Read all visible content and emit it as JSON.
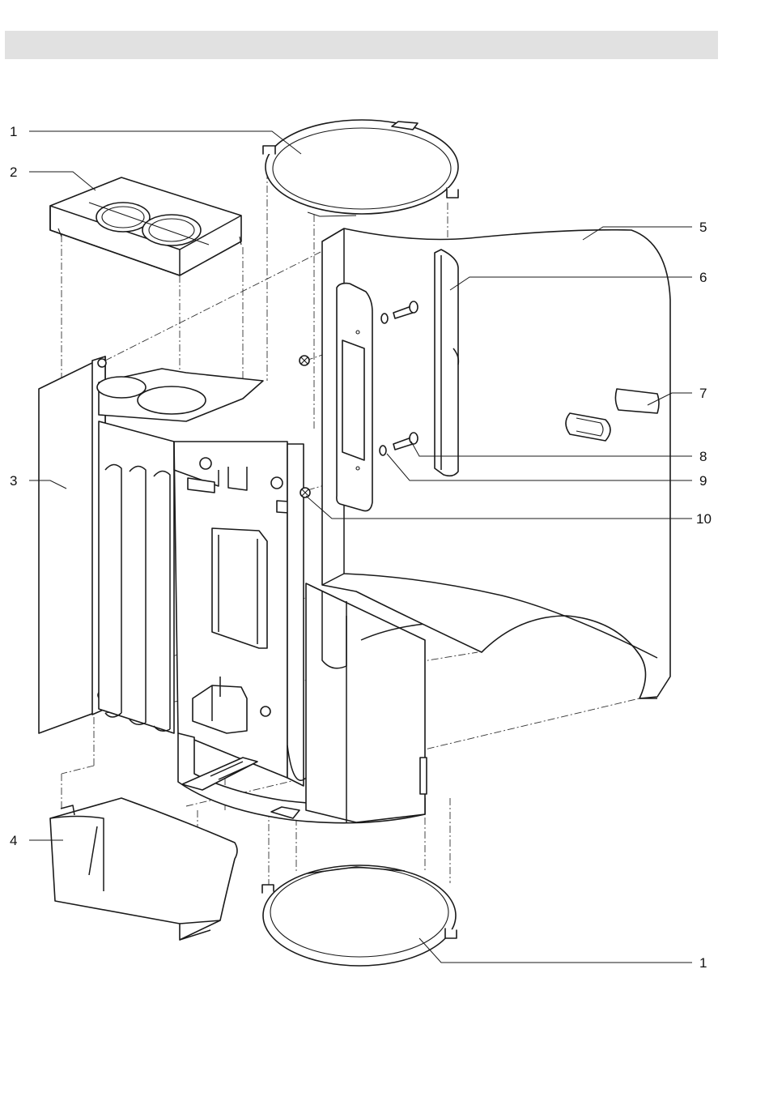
{
  "header": {
    "title": ""
  },
  "diagram": {
    "colors": {
      "line": "#1a1a1a",
      "header_bar": "#e1e1e1",
      "background": "#ffffff"
    },
    "callouts": [
      {
        "id": "c1-top",
        "label": "1",
        "name": "top-lid"
      },
      {
        "id": "c2",
        "label": "2",
        "name": "top-cover-plate"
      },
      {
        "id": "c3",
        "label": "3",
        "name": "left-side-panel"
      },
      {
        "id": "c4",
        "label": "4",
        "name": "drip-tray-cover"
      },
      {
        "id": "c5",
        "label": "5",
        "name": "main-housing"
      },
      {
        "id": "c6",
        "label": "6",
        "name": "trim-strip"
      },
      {
        "id": "c7",
        "label": "7",
        "name": "button-caps"
      },
      {
        "id": "c8",
        "label": "8",
        "name": "screw"
      },
      {
        "id": "c9",
        "label": "9",
        "name": "spring-washer"
      },
      {
        "id": "c10",
        "label": "10",
        "name": "nut"
      },
      {
        "id": "c1-bottom",
        "label": "1",
        "name": "bottom-lid"
      }
    ]
  }
}
